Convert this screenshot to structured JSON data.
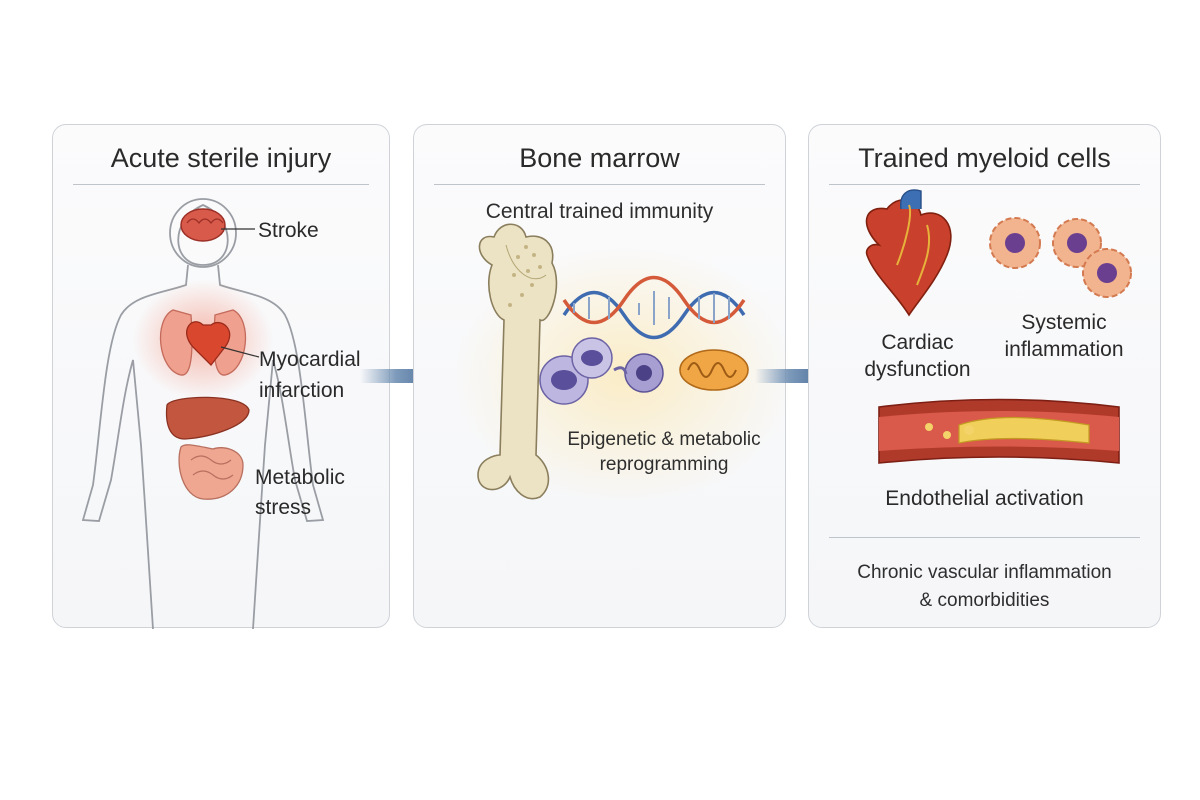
{
  "panels": [
    {
      "title": "Acute sterile injury",
      "labels": {
        "stroke": "Stroke",
        "mi_line1": "Myocardial",
        "mi_line2": "infarction",
        "ms_line1": "Metabolic",
        "ms_line2": "stress"
      }
    },
    {
      "title": "Bone marrow",
      "subtitle": "Central trained immunity",
      "caption_line1": "Epigenetic & metabolic",
      "caption_line2": "reprogramming"
    },
    {
      "title": "Trained myeloid cells",
      "labels": {
        "cardiac_line1": "Cardiac",
        "cardiac_line2": "dysfunction",
        "systemic_line1": "Systemic",
        "systemic_line2": "inflammation",
        "endothelial": "Endothelial activation",
        "chronic_line1": "Chronic vascular inflammation",
        "chronic_line2": "& comorbidities"
      }
    }
  ],
  "colors": {
    "arrow": "#6f8fb3",
    "organ_red": "#c9473a",
    "bone": "#ece3c4",
    "cell_purple": "#7b6fb3"
  }
}
